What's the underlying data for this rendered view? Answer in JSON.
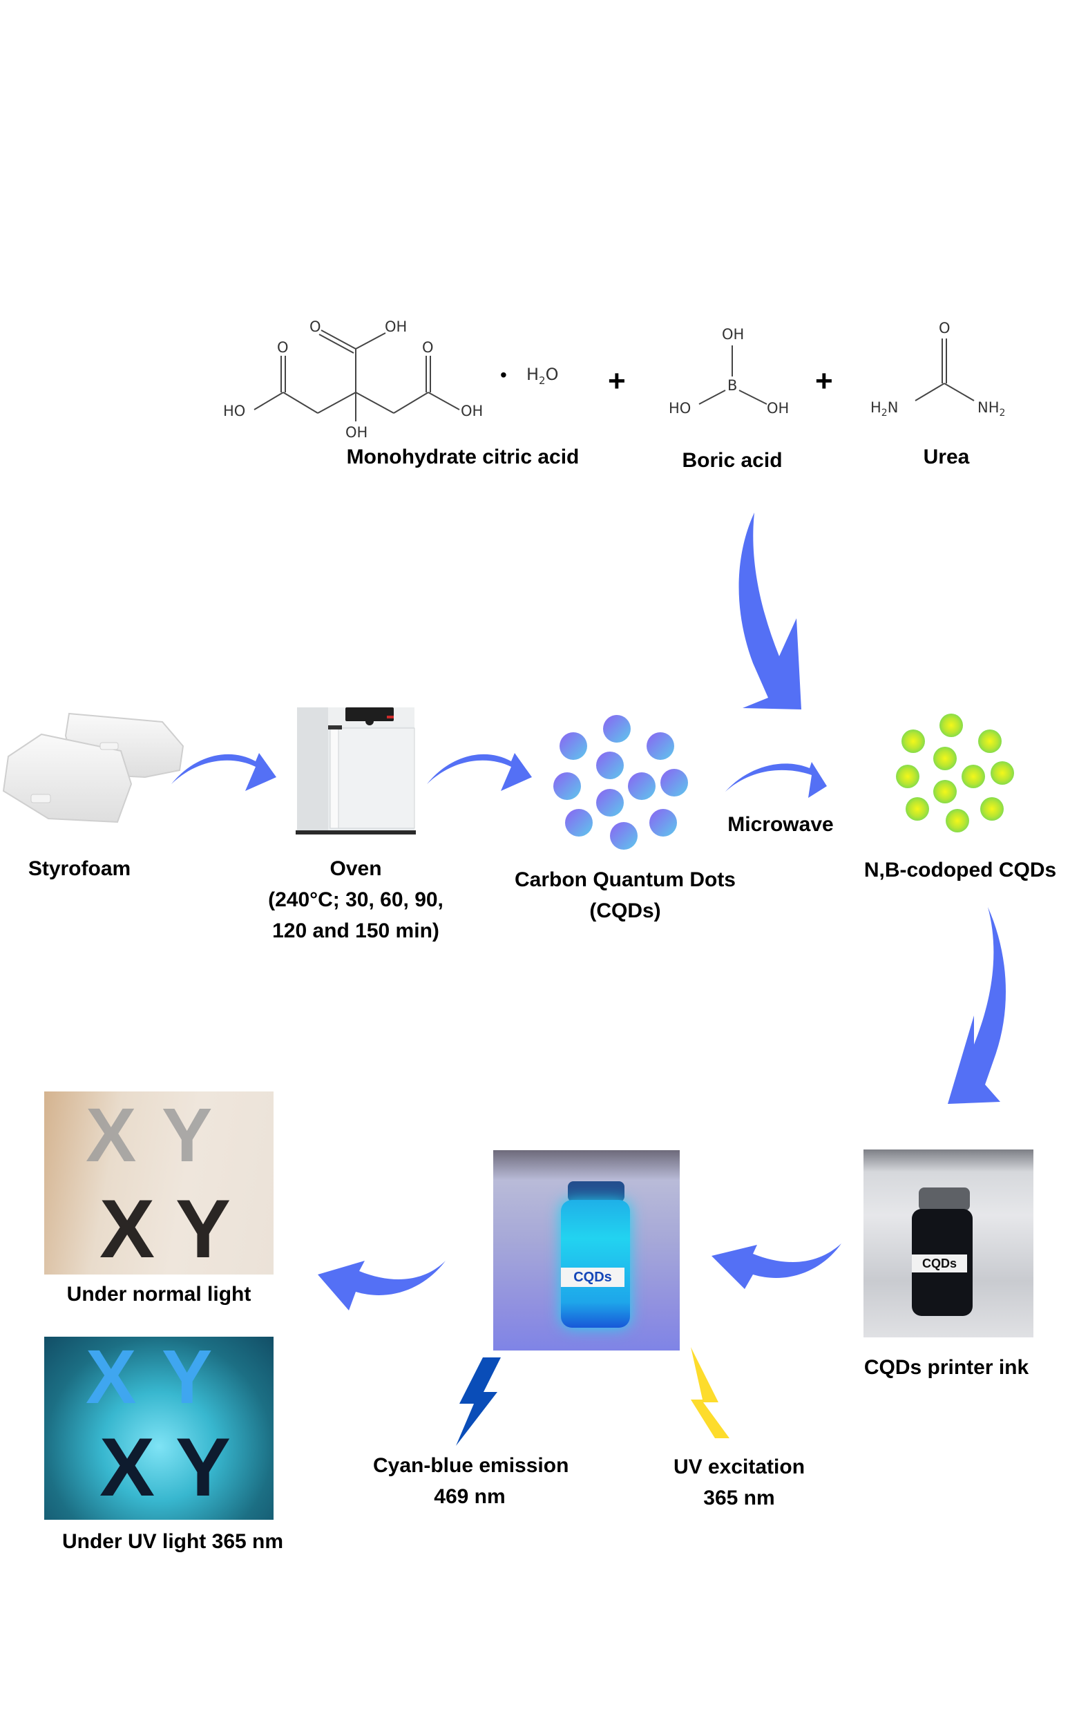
{
  "reactants": [
    {
      "name": "Monohydrate citric acid",
      "hydrate": "H2O",
      "atoms": {
        "o_top": "O",
        "oh_top": "OH",
        "o_left": "O",
        "o_right": "O",
        "ho_left": "HO",
        "oh_right": "OH",
        "oh_bottom": "OH"
      }
    },
    {
      "name": "Boric acid",
      "atoms": {
        "oh_top": "OH",
        "b": "B",
        "ho_left": "HO",
        "oh_right": "OH"
      }
    },
    {
      "name": "Urea",
      "atoms": {
        "o": "O",
        "h2n": "H2N",
        "nh2": "NH2"
      }
    }
  ],
  "plus_signs": [
    "+",
    "+"
  ],
  "hydrate_dot": "•",
  "steps": {
    "styrofoam": {
      "label": "Styrofoam"
    },
    "oven": {
      "label": "Oven",
      "conditions_line1": "(240°C; 30, 60, 90,",
      "conditions_line2": "120 and 150 min)"
    },
    "cqds": {
      "label_line1": "Carbon Quantum Dots",
      "label_line2": "(CQDs)",
      "dot_count": 11
    },
    "microwave": {
      "label": "Microwave"
    },
    "nb_cqds": {
      "label": "N,B-codoped CQDs",
      "dot_count": 11
    },
    "printer_ink": {
      "label": "CQDs printer ink",
      "vial_label": "CQDs"
    },
    "uv_vial": {
      "vial_label": "CQDs"
    },
    "emission": {
      "label_line1": "Cyan-blue emission",
      "label_line2": "469 nm"
    },
    "excitation": {
      "label_line1": "UV excitation",
      "label_line2": "365 nm"
    },
    "normal_light": {
      "label": "Under normal light",
      "letters": [
        "X",
        "Y",
        "X",
        "Y"
      ]
    },
    "uv_light": {
      "label": "Under UV light 365 nm",
      "letters": [
        "X",
        "Y",
        "X",
        "Y"
      ]
    }
  },
  "colors": {
    "arrow": "#5470f5",
    "cqd_start": "#8a63f2",
    "cqd_end": "#5ec8ec",
    "nb_center": "#f4f71a",
    "nb_edge": "#86dc4a",
    "emission_bolt": "#0a4db8",
    "excitation_bolt": "#fddc2c",
    "uv_glow": "#22d3f0",
    "ink": "#111318"
  }
}
